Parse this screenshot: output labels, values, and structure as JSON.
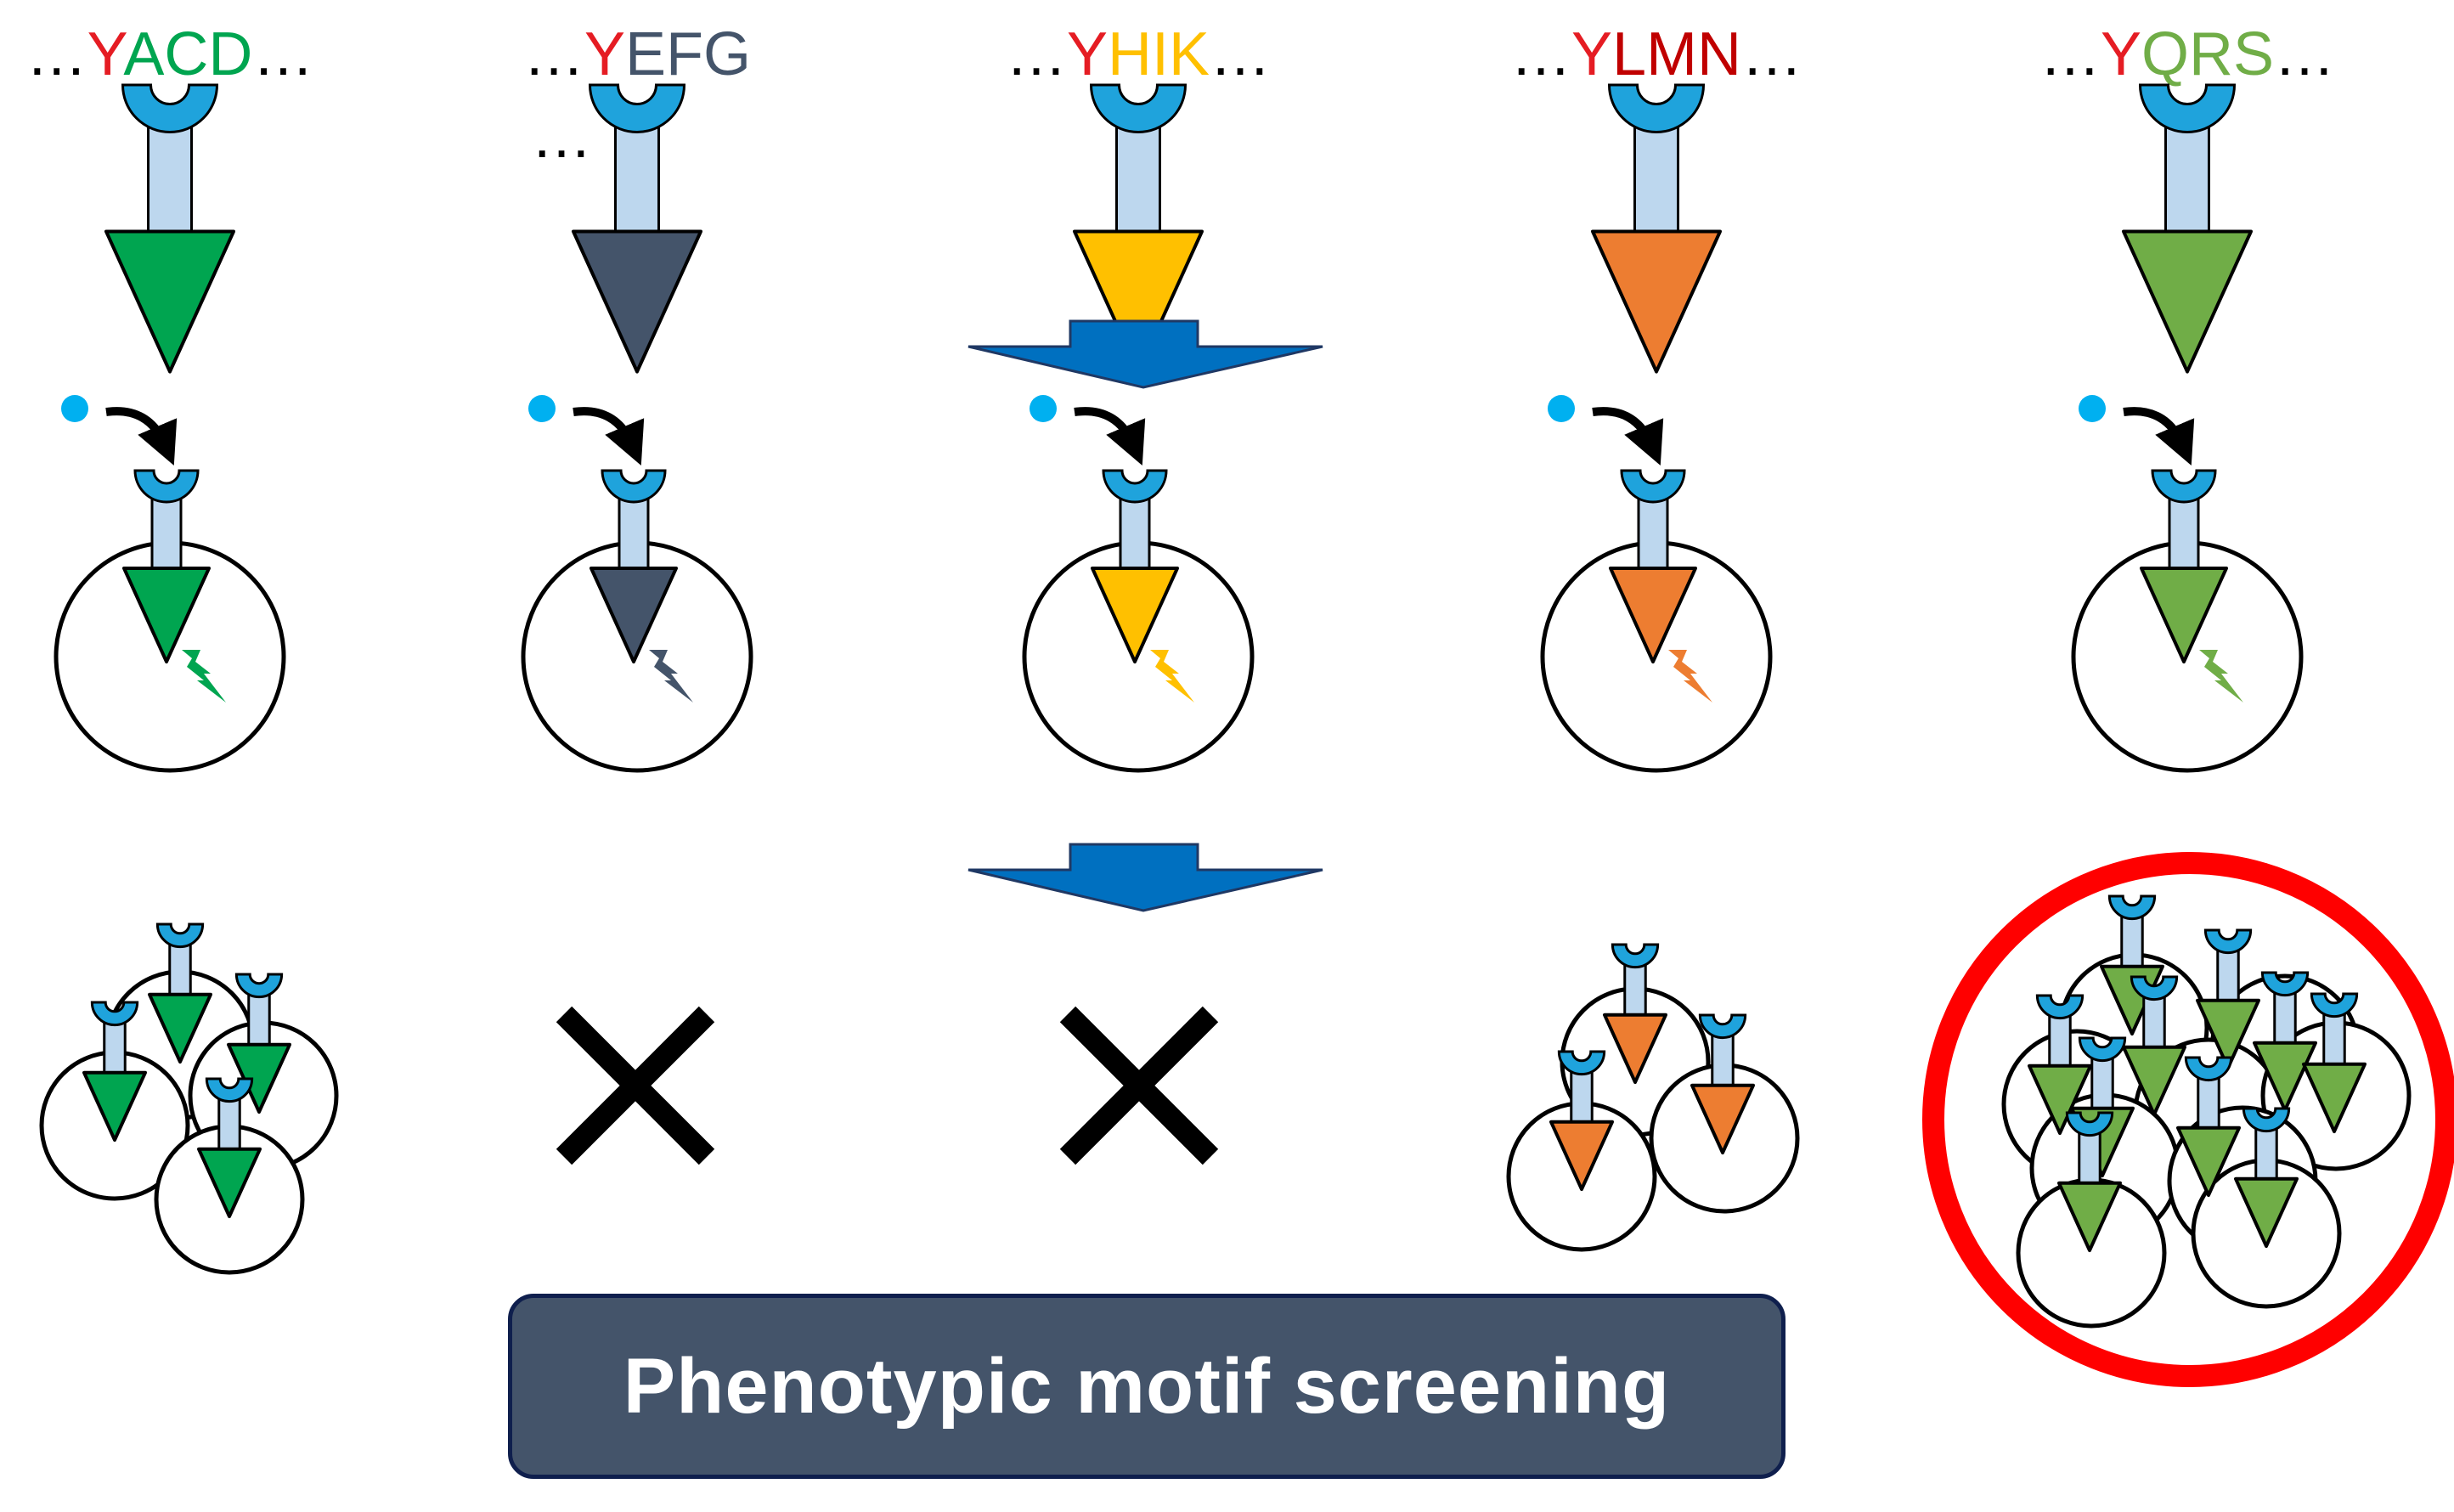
{
  "columns": [
    {
      "id": "c1",
      "lead": "…",
      "tyrosine": "Y",
      "motif": "ACD",
      "trail": "…",
      "tyr_color": "#e51c23",
      "motif_color": "#00a550",
      "color": "#00a550",
      "outcome": "proliferation"
    },
    {
      "id": "c2",
      "lead": "…",
      "tyrosine": "Y",
      "motif": "EFG",
      "trail": "",
      "second_line": "…",
      "tyr_color": "#e51c23",
      "motif_color": "#44546a",
      "color": "#44546a",
      "outcome": "none"
    },
    {
      "id": "c3",
      "lead": "…",
      "tyrosine": "Y",
      "motif": "HIK",
      "trail": "…",
      "tyr_color": "#e51c23",
      "motif_color": "#ffc000",
      "color": "#ffc000",
      "outcome": "none"
    },
    {
      "id": "c4",
      "lead": "…",
      "tyrosine": "Y",
      "motif": "LMN",
      "trail": "…",
      "tyr_color": "#e51c23",
      "motif_color": "#c00000",
      "color": "#ed7d31",
      "outcome": "proliferation"
    },
    {
      "id": "c5",
      "lead": "…",
      "tyrosine": "Y",
      "motif": "QRS",
      "trail": "…",
      "tyr_color": "#e51c23",
      "motif_color": "#70ad47",
      "color": "#70ad47",
      "outcome": "selected"
    }
  ],
  "colors": {
    "receptor_cup": "#1fa3dc",
    "receptor_stem": "#bdd7ee",
    "ligand": "#00b0f0",
    "step_arrow": "#0070c0",
    "selection_ring": "#ff0000",
    "banner_bg": "#44546a"
  },
  "banner": {
    "label": "Phenotypic motif screening"
  }
}
